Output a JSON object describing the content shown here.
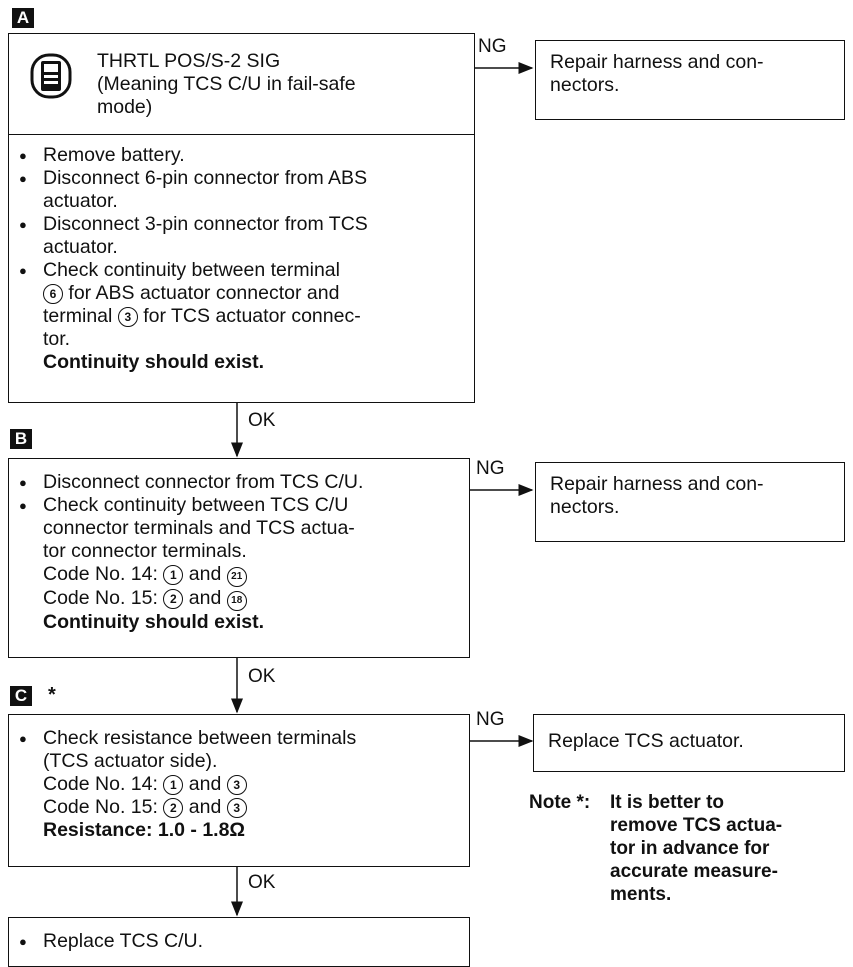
{
  "step_a": {
    "tag": "A",
    "icon": "tester-icon",
    "header": [
      "THRTL POS/S-2 SIG",
      "(Meaning TCS C/U in fail-safe",
      "mode)"
    ],
    "items": [
      [
        "Remove battery."
      ],
      [
        "Disconnect 6-pin connector from ABS",
        "actuator."
      ],
      [
        "Disconnect 3-pin connector from TCS",
        "actuator."
      ]
    ],
    "check": {
      "line1": "Check continuity between terminal",
      "t1": "6",
      "line2_after": "for ABS actuator connector and",
      "line3_before": "terminal",
      "t2": "3",
      "line3_after": "for TCS actuator connec-",
      "line4": "tor."
    },
    "result": "Continuity should exist.",
    "ng": "NG",
    "ok": "OK",
    "ng_action": [
      "Repair harness and con-",
      "nectors."
    ]
  },
  "step_b": {
    "tag": "B",
    "item1": "Disconnect connector from TCS C/U.",
    "item2": [
      "Check continuity between TCS C/U",
      "connector terminals and TCS actua-",
      "tor connector terminals."
    ],
    "codes": [
      {
        "label": "Code No. 14:",
        "a": "1",
        "and": "and",
        "b": "21"
      },
      {
        "label": "Code No. 15:",
        "a": "2",
        "and": "and",
        "b": "18"
      }
    ],
    "result": "Continuity should exist.",
    "ng": "NG",
    "ok": "OK",
    "ng_action": [
      "Repair harness and con-",
      "nectors."
    ]
  },
  "step_c": {
    "tag": "C",
    "star": "*",
    "item": [
      "Check resistance between terminals",
      "(TCS actuator side)."
    ],
    "codes": [
      {
        "label": "Code No. 14:",
        "a": "1",
        "and": "and",
        "b": "3"
      },
      {
        "label": "Code No. 15:",
        "a": "2",
        "and": "and",
        "b": "3"
      }
    ],
    "result": "Resistance: 1.0 - 1.8Ω",
    "ng": "NG",
    "ok": "OK",
    "ng_action": "Replace TCS actuator."
  },
  "final": {
    "item": "Replace TCS C/U."
  },
  "note": {
    "label": "Note *:",
    "lines": [
      "It is better to",
      "remove TCS actua-",
      "tor in advance for",
      "accurate measure-",
      "ments."
    ]
  }
}
